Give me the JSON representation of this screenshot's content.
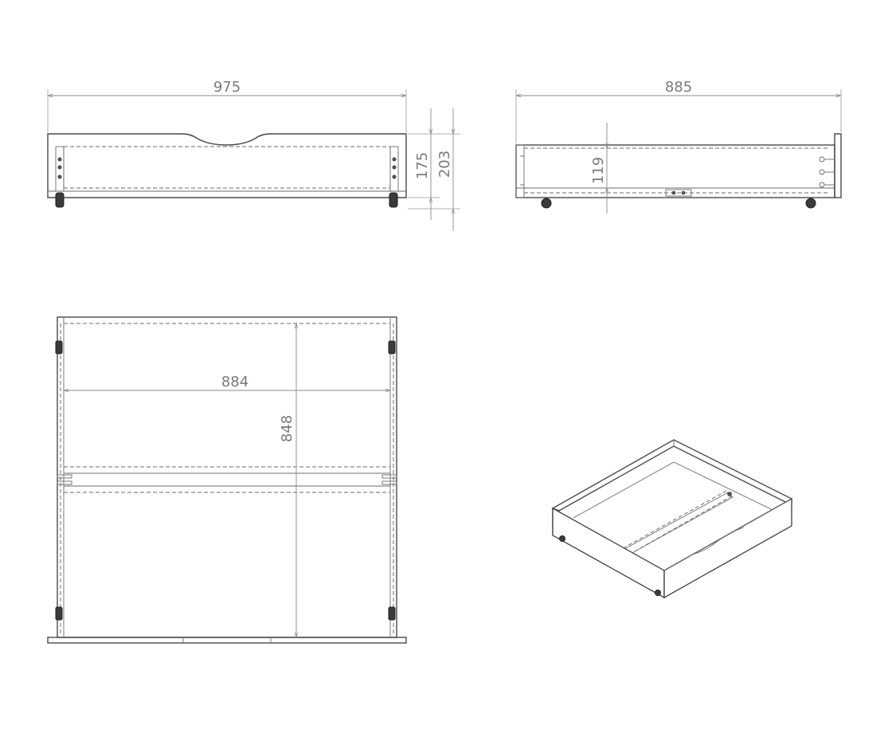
{
  "front_view": {
    "width_label": "975",
    "height_inner_label": "175",
    "height_total_label": "203"
  },
  "side_view": {
    "depth_label": "885",
    "inner_height_label": "119"
  },
  "top_view": {
    "inner_width_label": "884",
    "inner_depth_label": "848"
  }
}
